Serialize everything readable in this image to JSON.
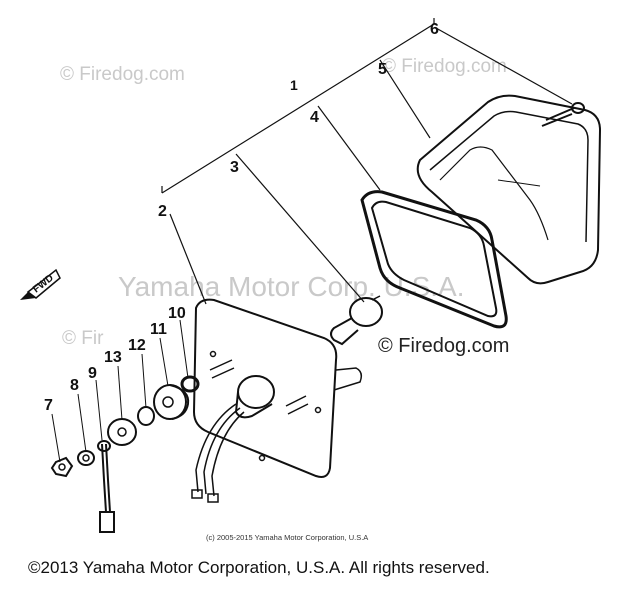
{
  "watermarks": {
    "topleft": "© Firedog.com",
    "topright": "© Firedog.com",
    "middle": "Yamaha Motor Corp. U.S.A.",
    "left": "© Fir",
    "right": "© Firedog.com"
  },
  "fwd_label": "FWD",
  "part_numbers": {
    "p1": "1",
    "p2": "2",
    "p3": "3",
    "p4": "4",
    "p5": "5",
    "p6": "6",
    "p7": "7",
    "p8": "8",
    "p9": "9",
    "p10": "10",
    "p11": "11",
    "p12": "12",
    "p13": "13"
  },
  "small_copyright": "(c) 2005-2015 Yamaha Motor Corporation, U.S.A",
  "footer_copyright": "©2013 Yamaha Motor Corporation, U.S.A. All rights reserved.",
  "colors": {
    "ink": "#111111",
    "watermark": "#c9c9c9",
    "background": "#ffffff"
  }
}
